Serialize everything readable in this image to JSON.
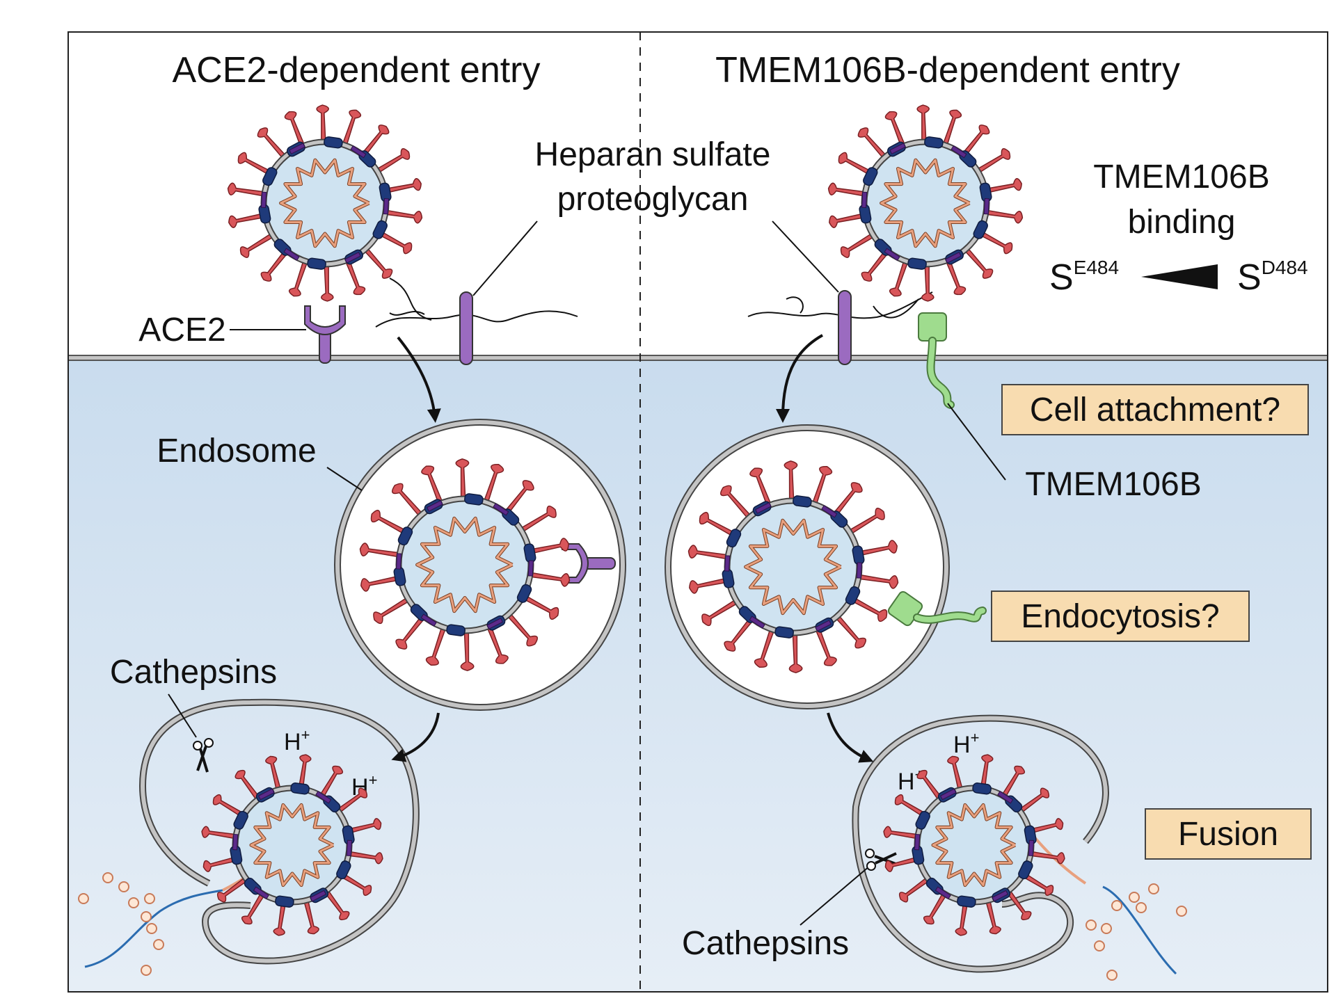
{
  "panels": {
    "left_title": "ACE2-dependent entry",
    "right_title": "TMEM106B-dependent entry"
  },
  "labels": {
    "heparan_line1": "Heparan sulfate",
    "heparan_line2": "proteoglycan",
    "ace2": "ACE2",
    "endosome": "Endosome",
    "cathepsins_left": "Cathepsins",
    "cathepsins_right": "Cathepsins",
    "tmem106b": "TMEM106B",
    "hplus": "H",
    "plus": "+"
  },
  "binding": {
    "line1": "TMEM106B",
    "line2": "binding",
    "s_left": "S",
    "s_left_sup": "E484",
    "s_right": "S",
    "s_right_sup": "D484"
  },
  "boxes": {
    "cell_attachment": "Cell attachment?",
    "endocytosis": "Endocytosis?",
    "fusion": "Fusion"
  },
  "colors": {
    "cytoplasm": "#d4e5f2",
    "virus_interior": "#cfe3f1",
    "spike": "#d9565a",
    "envelope_protein": "#1f3a7a",
    "membrane_protein": "#5b2a8a",
    "rna": "#e8a07e",
    "ace2": "#9b6bc0",
    "tmem106b": "#9fdc8e",
    "box_fill": "#f8dcb0",
    "membrane": "#c4c4c4"
  }
}
